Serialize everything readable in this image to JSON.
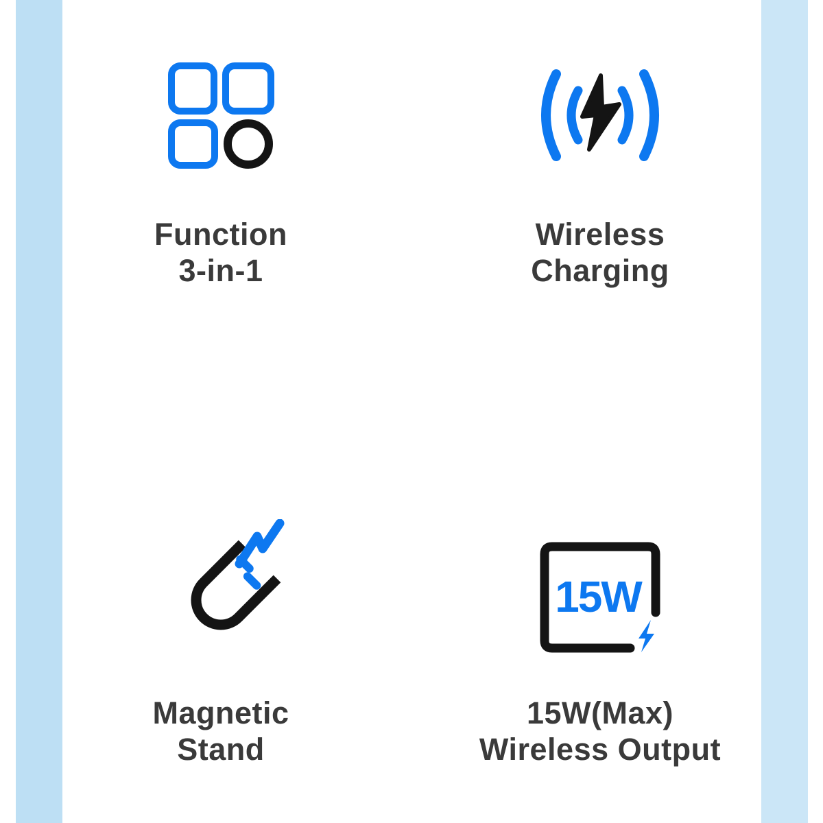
{
  "page": {
    "kind": "product-feature-infographic",
    "background": "#ffffff",
    "side_bars": {
      "left_color": "#bddff4",
      "right_color": "#cbe6f7"
    }
  },
  "colors": {
    "accent_blue": "#0d78f0",
    "icon_black": "#141414",
    "text_dark": "#3a3a3a"
  },
  "features": [
    {
      "icon": "grid-3in1-icon",
      "title_line1": "Function",
      "title_line2": "3-in-1"
    },
    {
      "icon": "wireless-charging-icon",
      "title_line1": "Wireless",
      "title_line2": "Charging"
    },
    {
      "icon": "magnet-icon",
      "title_line1": "Magnetic",
      "title_line2": "Stand"
    },
    {
      "icon": "15w-output-icon",
      "icon_label": "15W",
      "title_line1": "15W(Max)",
      "title_line2": "Wireless Output"
    }
  ]
}
